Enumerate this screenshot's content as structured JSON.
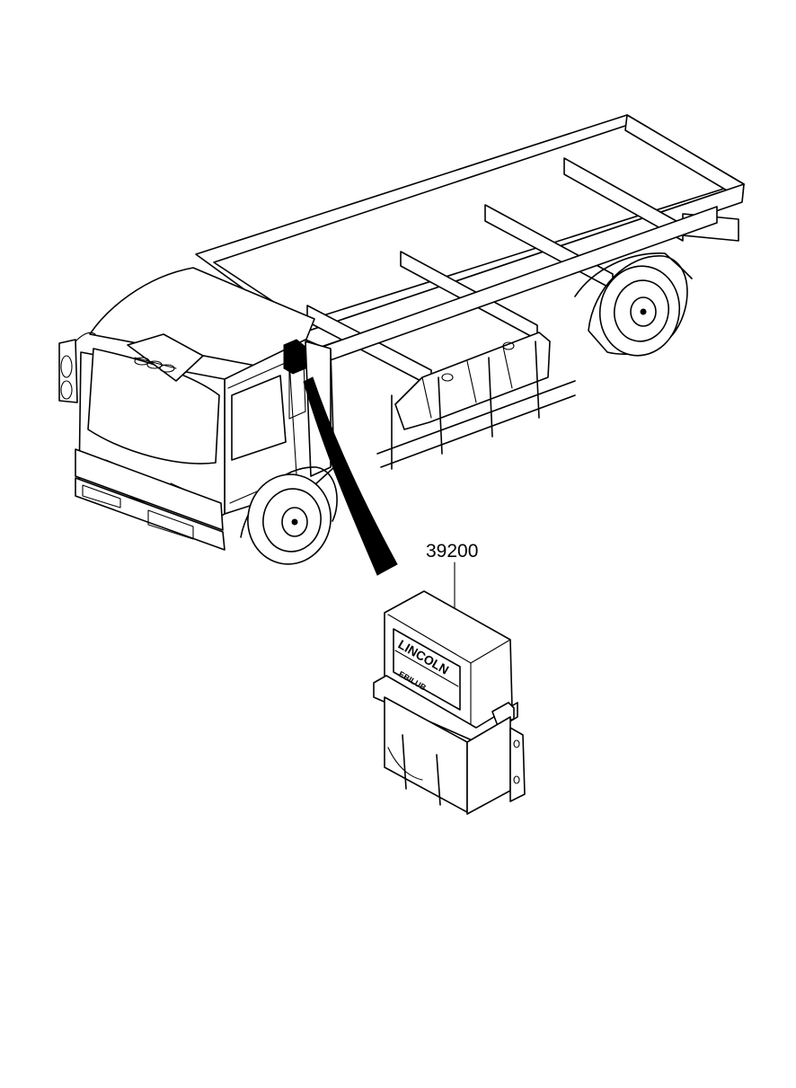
{
  "parts": [
    {
      "part_number": "39200"
    }
  ],
  "component_label": {
    "brand": "LINCOLN",
    "model": "EBILUB"
  },
  "colors": {
    "line": "#000000",
    "background": "#ffffff"
  }
}
